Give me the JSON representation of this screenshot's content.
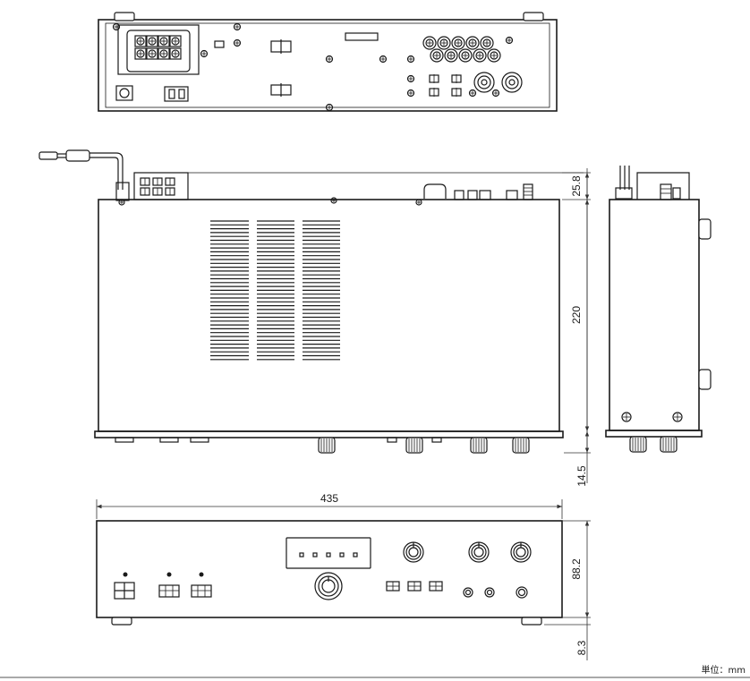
{
  "dimensions": {
    "width": "435",
    "depth": "220",
    "height": "88.2",
    "rear_protrusion": "25.8",
    "front_protrusion": "14.5",
    "foot_height": "8.3"
  },
  "unit_label": "単位：mm",
  "colors": {
    "line": "#1a1a1a",
    "background": "#ffffff"
  },
  "views": [
    "top-view",
    "plan-view",
    "side-view",
    "front-view"
  ]
}
